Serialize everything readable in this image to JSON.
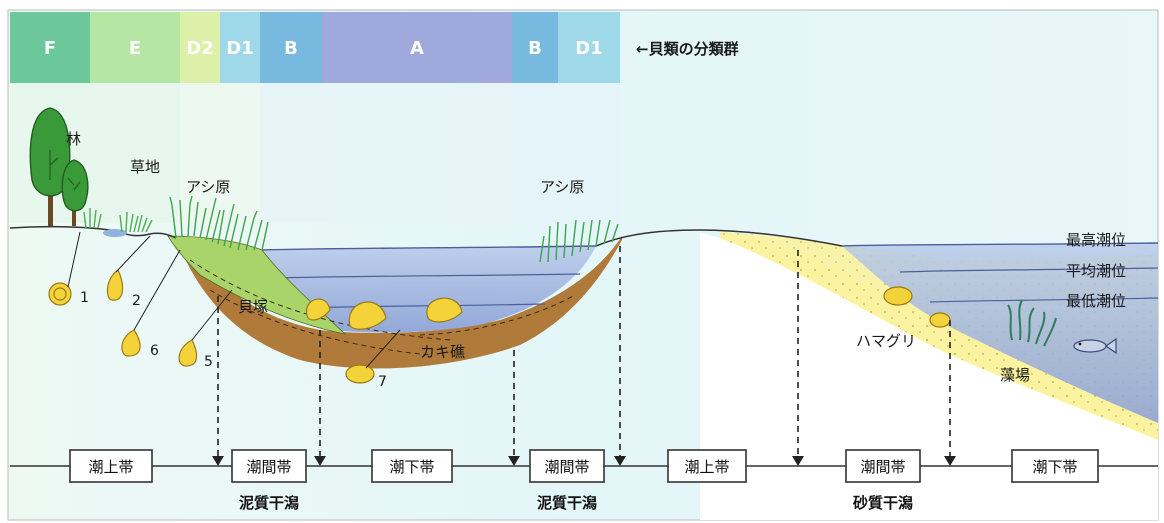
{
  "classification_header": {
    "bands": [
      {
        "label": "F",
        "color": "#6cc79a"
      },
      {
        "label": "E",
        "color": "#b6e6a4"
      },
      {
        "label": "D2",
        "color": "#dcf0a8"
      },
      {
        "label": "D1",
        "color": "#9fd8e9"
      },
      {
        "label": "B",
        "color": "#78b9e0"
      },
      {
        "label": "A",
        "color": "#9fa9dc"
      },
      {
        "label": "B",
        "color": "#78b9e0"
      },
      {
        "label": "D1",
        "color": "#9fd8e9"
      }
    ],
    "caption": "←貝類の分類群"
  },
  "habitats": {
    "forest": "林",
    "grassland": "草地",
    "reed_left": "アシ原",
    "reed_right": "アシ原",
    "shell_mound": "貝塚",
    "oyster_reef": "カキ礁",
    "clam": "ハマグリ",
    "seaweed_bed": "藻場"
  },
  "tide_levels": {
    "high": "最高潮位",
    "mean": "平均潮位",
    "low": "最低潮位"
  },
  "shell_numbers": [
    "1",
    "2",
    "6",
    "5",
    "7"
  ],
  "zones": [
    "潮上帯",
    "潮間帯",
    "潮下帯",
    "潮間帯",
    "潮上帯",
    "潮間帯",
    "潮下帯"
  ],
  "flat_types": {
    "mud_1": "泥質干潟",
    "mud_2": "泥質干潟",
    "sand": "砂質干潟"
  },
  "colors": {
    "sky": "#e8f7f7",
    "water": "#8ea6dc",
    "mud": "#b07a3a",
    "mound": "#a9d46a",
    "sand": "#fbf4a2",
    "shell": "#f4d23a"
  }
}
